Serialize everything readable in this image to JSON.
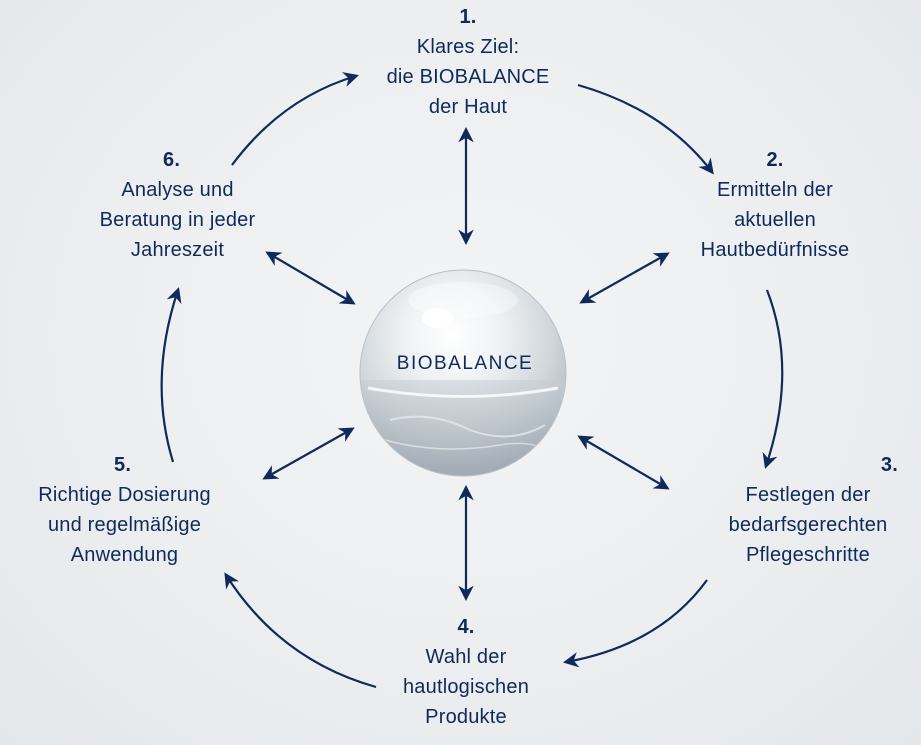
{
  "center": {
    "label": "BIOBALANCE"
  },
  "steps": [
    {
      "number": "1.",
      "lines": [
        "Klares Ziel:",
        "die BIOBALANCE",
        "der Haut"
      ]
    },
    {
      "number": "2.",
      "lines": [
        "Ermitteln der",
        "aktuellen",
        "Hautbedürfnisse"
      ]
    },
    {
      "number": "3.",
      "lines": [
        "Festlegen der",
        "bedarfsgerechten",
        "Pflegeschritte"
      ]
    },
    {
      "number": "4.",
      "lines": [
        "Wahl der",
        "hautlogischen",
        "Produkte"
      ]
    },
    {
      "number": "5.",
      "lines": [
        "Richtige Dosierung",
        "und regelmäßige",
        "Anwendung"
      ]
    },
    {
      "number": "6.",
      "lines": [
        "Analyse und",
        "Beratung in jeder",
        "Jahreszeit"
      ]
    }
  ],
  "colors": {
    "ink": "#0f2a5a",
    "background": "#eceef0"
  }
}
